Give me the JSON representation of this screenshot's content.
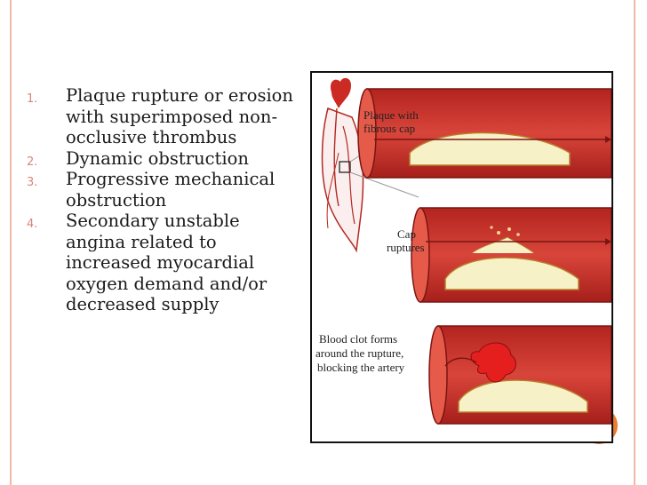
{
  "list": [
    {
      "num": "1.",
      "text": "Plaque rupture or erosion with superimposed non-occlusive thrombus"
    },
    {
      "num": "2.",
      "text": "Dynamic obstruction"
    },
    {
      "num": "3.",
      "text": "Progressive mechanical obstruction"
    },
    {
      "num": "4.",
      "text": "Secondary unstable angina related to increased myocardial oxygen demand and/or decreased supply"
    }
  ],
  "figure": {
    "panel1_label": [
      "Plaque with",
      "fibrous cap"
    ],
    "panel2_label": [
      "Cap",
      "ruptures"
    ],
    "panel3_label": [
      "Blood clot forms",
      "around the rupture,",
      "blocking the artery"
    ]
  },
  "colors": {
    "accent": "#ec7c30",
    "frame": "#f2b8a4",
    "vessel": "#c8302a",
    "plaque": "#f6f1c6"
  }
}
